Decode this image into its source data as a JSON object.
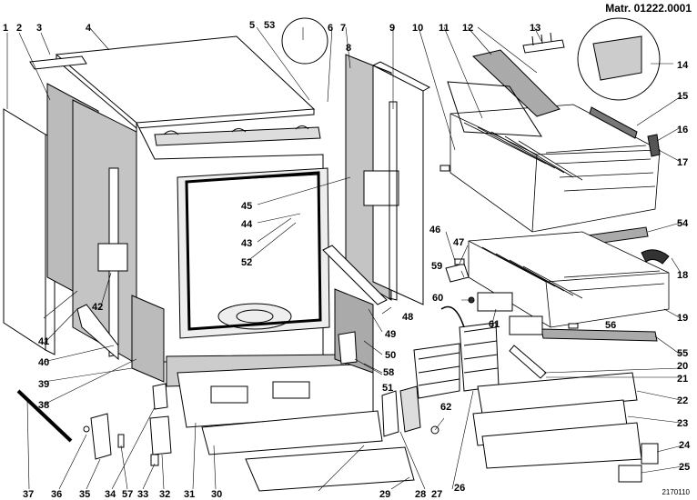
{
  "header": {
    "matr": "Matr. 01222.0001"
  },
  "footer": {
    "code": "2170110"
  },
  "labels": {
    "n1": "1",
    "n2": "2",
    "n3": "3",
    "n4": "4",
    "n5": "5",
    "n6": "6",
    "n7": "7",
    "n8": "8",
    "n9": "9",
    "n10": "10",
    "n11": "11",
    "n12": "12",
    "n13": "13",
    "n14": "14",
    "n15": "15",
    "n16": "16",
    "n17": "17",
    "n18": "18",
    "n19": "19",
    "n20": "20",
    "n21": "21",
    "n22": "22",
    "n23": "23",
    "n24": "24",
    "n25": "25",
    "n26": "26",
    "n27": "27",
    "n28": "28",
    "n29": "29",
    "n30": "30",
    "n31": "31",
    "n32": "32",
    "n33": "33",
    "n34": "34",
    "n35": "35",
    "n36": "36",
    "n37": "37",
    "n38": "38",
    "n39": "39",
    "n40": "40",
    "n41": "41",
    "n42": "42",
    "n43": "43",
    "n44": "44",
    "n45": "45",
    "n46": "46",
    "n47": "47",
    "n48": "48",
    "n49": "49",
    "n50": "50",
    "n51": "51",
    "n52": "52",
    "n53": "53",
    "n54": "54",
    "n55": "55",
    "n56": "56",
    "n57": "57",
    "n58": "58",
    "n59": "59",
    "n60": "60",
    "n61": "61",
    "n62": "62"
  }
}
